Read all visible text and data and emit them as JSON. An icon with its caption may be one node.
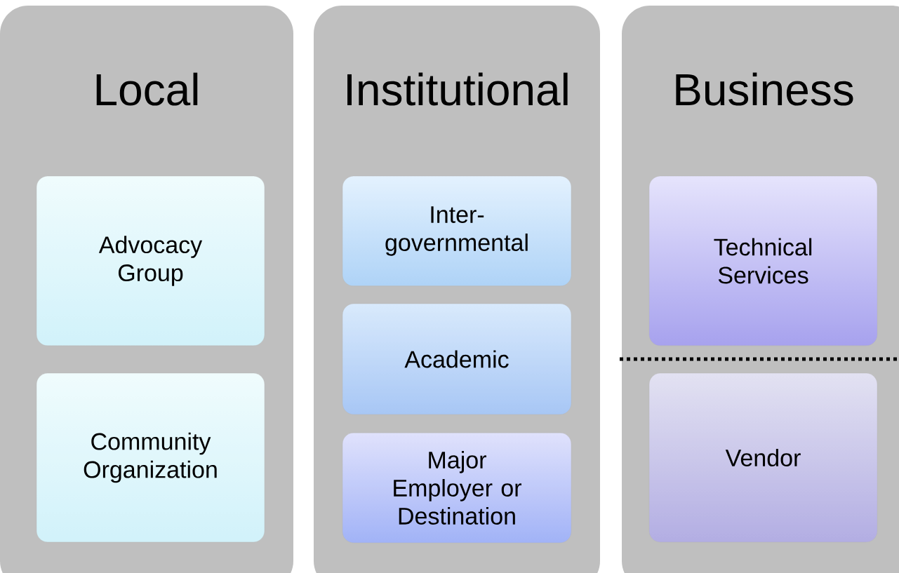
{
  "diagram": {
    "nodes": [
      {
        "text": [
          "Local"
        ]
      },
      {
        "text": [
          "Advocacy Group"
        ],
        "in": 0
      },
      {
        "text": [
          "Community Organization"
        ],
        "in": 0
      },
      {
        "text": [
          "Institutional"
        ]
      },
      {
        "text": [
          "Inter- governmental"
        ],
        "in": 3
      },
      {
        "text": [
          "Academic"
        ],
        "in": 3
      },
      {
        "text": [
          "Major Employer or Destination"
        ],
        "in": 3
      },
      {
        "text": [
          "Business"
        ]
      },
      {
        "text": [
          "Technical Services"
        ],
        "in": 7
      },
      {
        "text": [
          "Vendor"
        ],
        "in": 7
      }
    ]
  }
}
